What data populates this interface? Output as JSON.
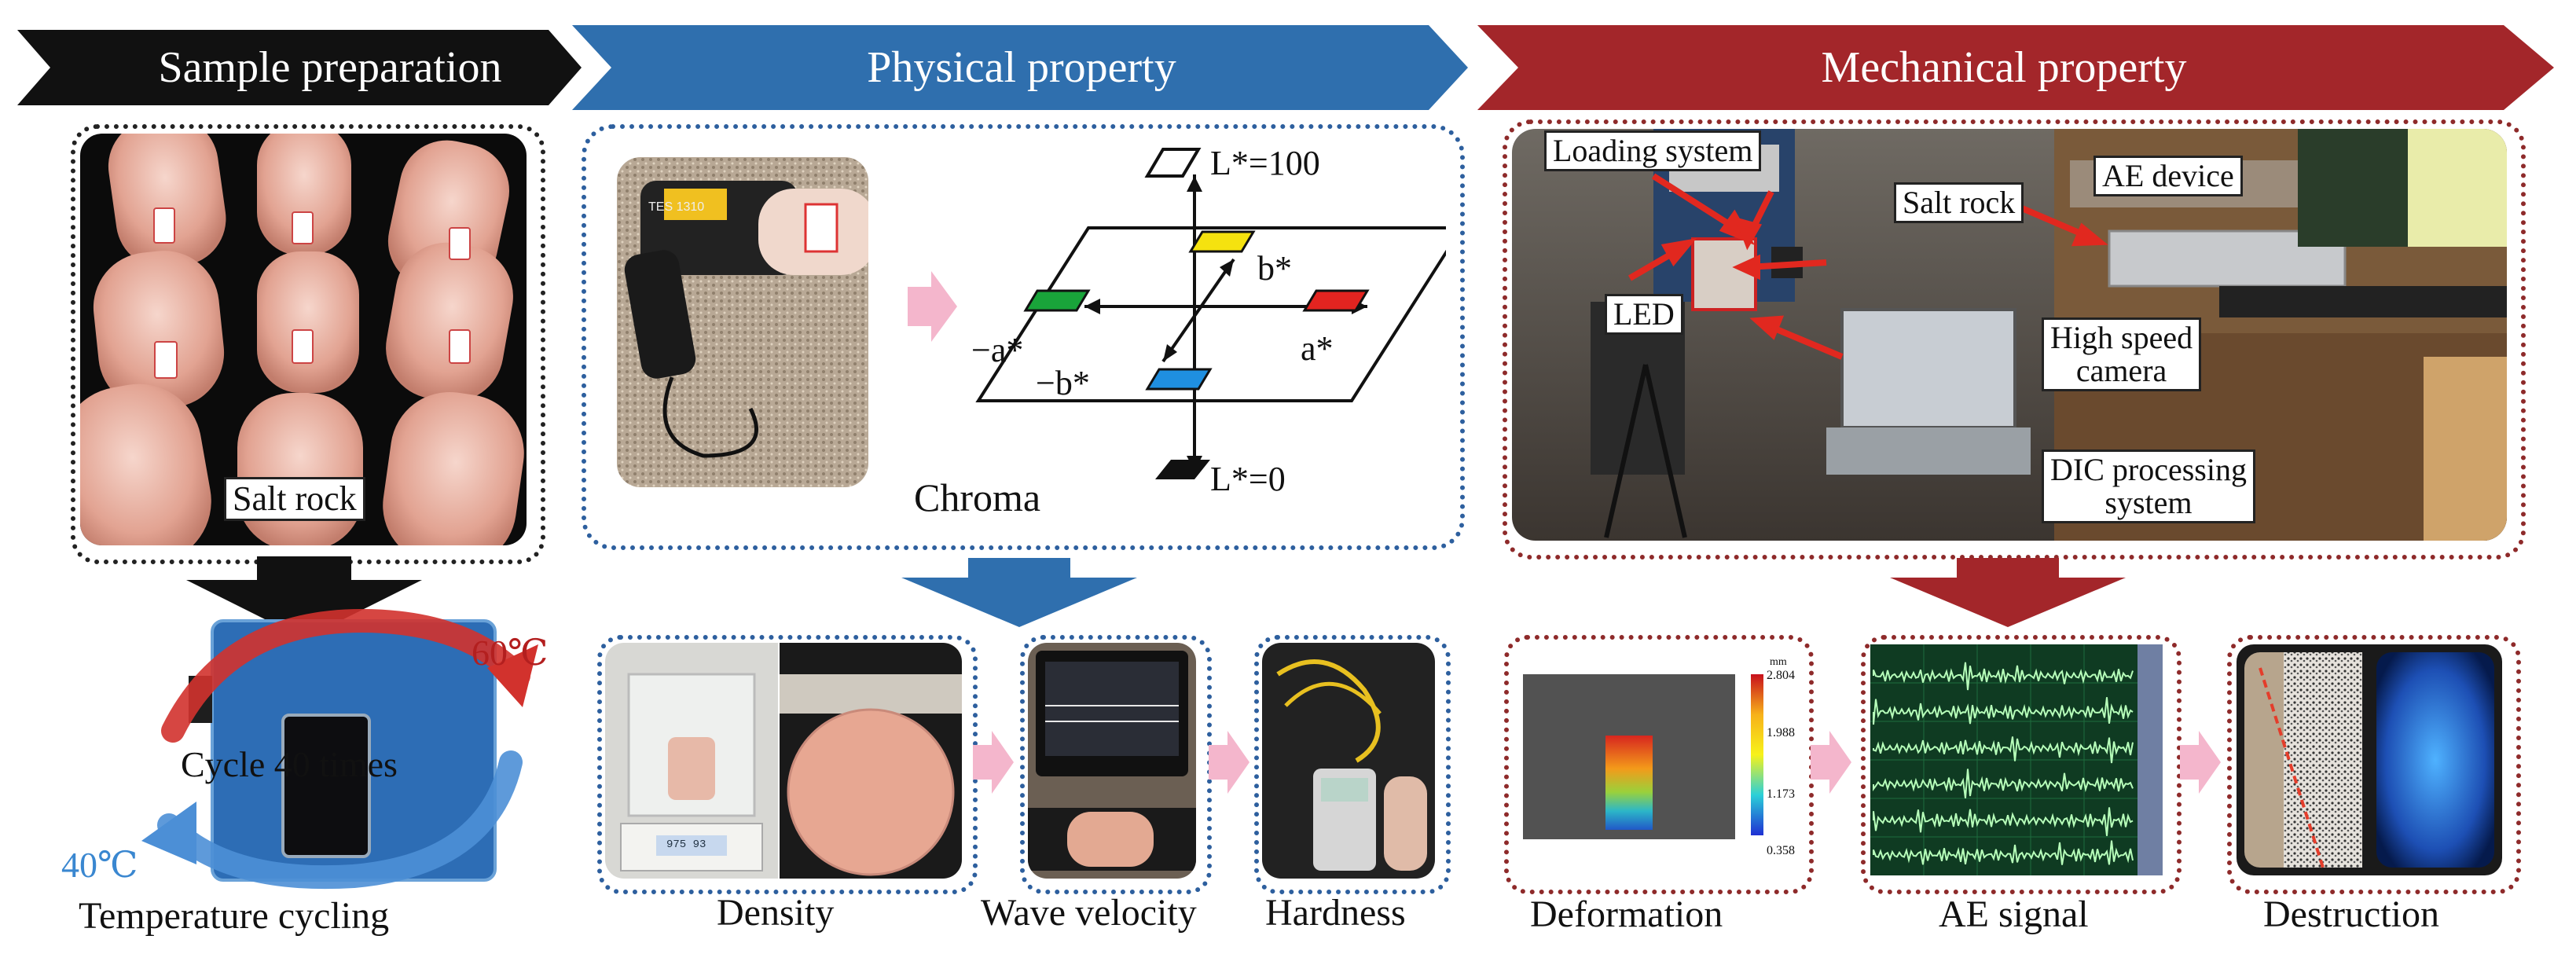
{
  "banners": {
    "sample_preparation": "Sample preparation",
    "physical_property": "Physical property",
    "mechanical_property": "Mechanical property"
  },
  "sample": {
    "salt_rock_label": "Salt rock",
    "cycle_label": "Cycle 40 times",
    "temp_high": "60℃",
    "temp_low": "40℃",
    "caption": "Temperature cycling"
  },
  "physical": {
    "chroma_label": "Chroma",
    "l_max": "L*=100",
    "l_min": "L*=0",
    "a_pos": "a*",
    "a_neg": "−a*",
    "b_pos": "b*",
    "b_neg": "−b*",
    "captions": [
      "Density",
      "Wave velocity",
      "Hardness"
    ],
    "meter_brand": "TES 1310",
    "balance_display": "975 93 "
  },
  "mechanical": {
    "callouts": {
      "loading_system": "Loading system",
      "salt_rock": "Salt rock",
      "ae_device": "AE device",
      "led": "LED",
      "high_speed_camera": [
        "High speed",
        "camera"
      ],
      "dic_processing": [
        "DIC processing",
        "system"
      ]
    },
    "captions": [
      "Deformation",
      "AE signal",
      "Destruction"
    ],
    "colorbar": {
      "unit": "mm",
      "ticks": [
        "2.804",
        "1.988",
        "1.173",
        "0.358"
      ]
    }
  },
  "colors": {
    "black": "#111111",
    "blue": "#2f6fae",
    "red": "#a3262a",
    "pink_arrow": "#f4b6cc",
    "box_blue": "#2d5f9e",
    "box_red": "#8e2a2a"
  }
}
